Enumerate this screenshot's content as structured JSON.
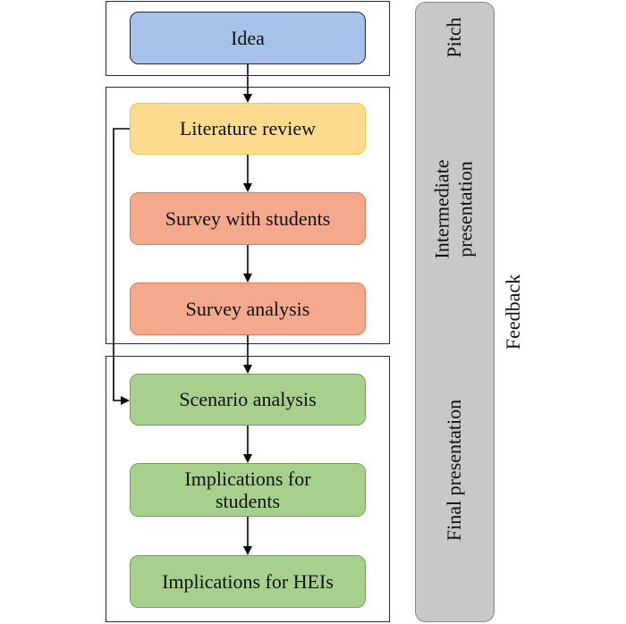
{
  "nodes": {
    "idea": "Idea",
    "literature_review": "Literature review",
    "survey_students": "Survey with students",
    "survey_analysis": "Survey analysis",
    "scenario_analysis": "Scenario analysis",
    "implications_students": "Implications for students",
    "implications_heis": "Implications for HEIs"
  },
  "phases": {
    "pitch": "Pitch",
    "intermediate": "Intermediate presentation",
    "final": "Final presentation"
  },
  "feedback": "Feedback",
  "colors": {
    "idea": "#a6c2e8",
    "literature": "#fedc8f",
    "survey": "#f4a88c",
    "scenario": "#a8d08d",
    "feedback_bar": "#c8c8c8",
    "frame": "#1f2a44"
  }
}
